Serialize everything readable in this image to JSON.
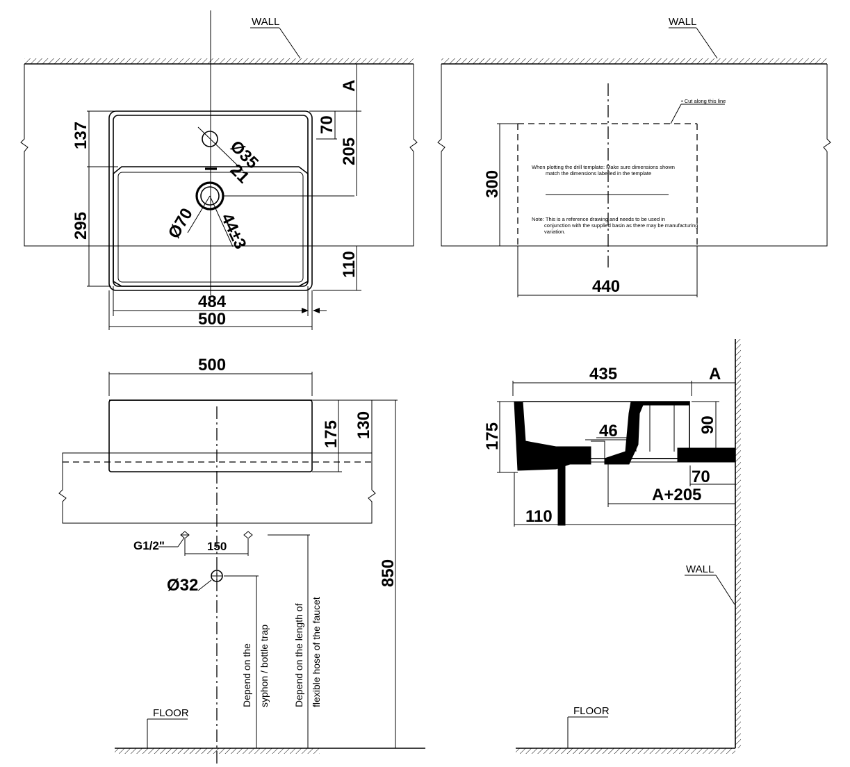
{
  "labels": {
    "wall": "WALL",
    "floor": "FLOOR",
    "a": "A",
    "a_plus_205": "A+205",
    "g_half": "G1/2\"",
    "d32": "Ø32",
    "d35": "Ø35",
    "d70": "Ø70",
    "d44": "44±3"
  },
  "dims": {
    "d137": "137",
    "d295": "295",
    "d70": "70",
    "d205": "205",
    "d110": "110",
    "d484": "484",
    "d500": "500",
    "d21": "21",
    "d300": "300",
    "d440": "440",
    "d175": "175",
    "d130": "130",
    "d150": "150",
    "d850": "850",
    "d435": "435",
    "d90": "90",
    "d46": "46"
  },
  "template": {
    "cut_line": "• Cut along this line",
    "note1_line1": "When plotting the drill template: Make sure dimensions shown",
    "note1_line2": "match the dimensions labelled in the template",
    "note2_line1": "Note: This is a reference drawing and needs to be used in",
    "note2_line2": "conjunction with the supplied basin as there may be manufacturing",
    "note2_line3": "variation."
  },
  "notes": {
    "syphon_line1": "Depend on the",
    "syphon_line2": "syphon / bottle trap",
    "hose_line1": "Depend on the length of",
    "hose_line2": "flexible hose of the faucet"
  }
}
